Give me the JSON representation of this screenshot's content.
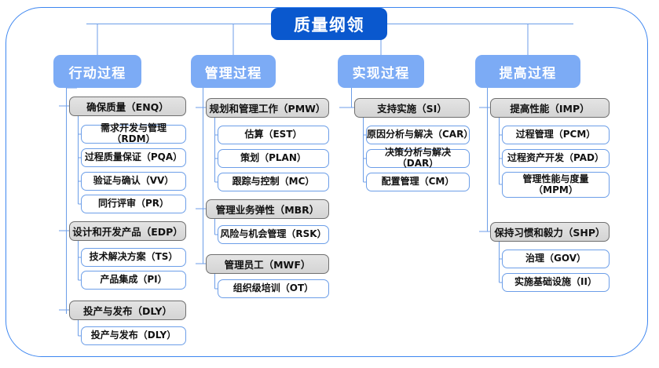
{
  "diagram": {
    "title": "质量纲领",
    "accent_color": "#0a58ce",
    "header_color": "#7cabf5",
    "group_color": "#d9d9d9",
    "leaf_border_color": "#6c9ee8",
    "frame_color": "#3d86f0",
    "columns": [
      {
        "header": "行动过程",
        "groups": [
          {
            "label": "确保质量（ENQ）",
            "items": [
              "需求开发与管理（RDM）",
              "过程质量保证（PQA）",
              "验证与确认（VV）",
              "同行评审（PR）"
            ]
          },
          {
            "label": "设计和开发产品（EDP）",
            "items": [
              "技术解决方案（TS）",
              "产品集成（PI）"
            ]
          },
          {
            "label": "投产与发布（DLY）",
            "items": [
              "投产与发布（DLY）"
            ]
          }
        ]
      },
      {
        "header": "管理过程",
        "groups": [
          {
            "label": "规划和管理工作（PMW）",
            "items": [
              "估算（EST）",
              "策划（PLAN）",
              "跟踪与控制（MC）"
            ]
          },
          {
            "label": "管理业务弹性（MBR）",
            "items": [
              "风险与机会管理（RSK）"
            ]
          },
          {
            "label": "管理员工（MWF）",
            "items": [
              "组织级培训（OT）"
            ]
          }
        ]
      },
      {
        "header": "实现过程",
        "groups": [
          {
            "label": "支持实施（SI）",
            "items": [
              "原因分析与解决（CAR）",
              "决策分析与解决（DAR）",
              "配置管理（CM）"
            ]
          }
        ]
      },
      {
        "header": "提高过程",
        "groups": [
          {
            "label": "提高性能（IMP）",
            "items": [
              "过程管理（PCM）",
              "过程资产开发（PAD）",
              "管理性能与度量\n（MPM）"
            ]
          },
          {
            "label": "保持习惯和毅力（SHP）",
            "items": [
              "治理（GOV）",
              "实施基础设施（II）"
            ]
          }
        ]
      }
    ]
  }
}
